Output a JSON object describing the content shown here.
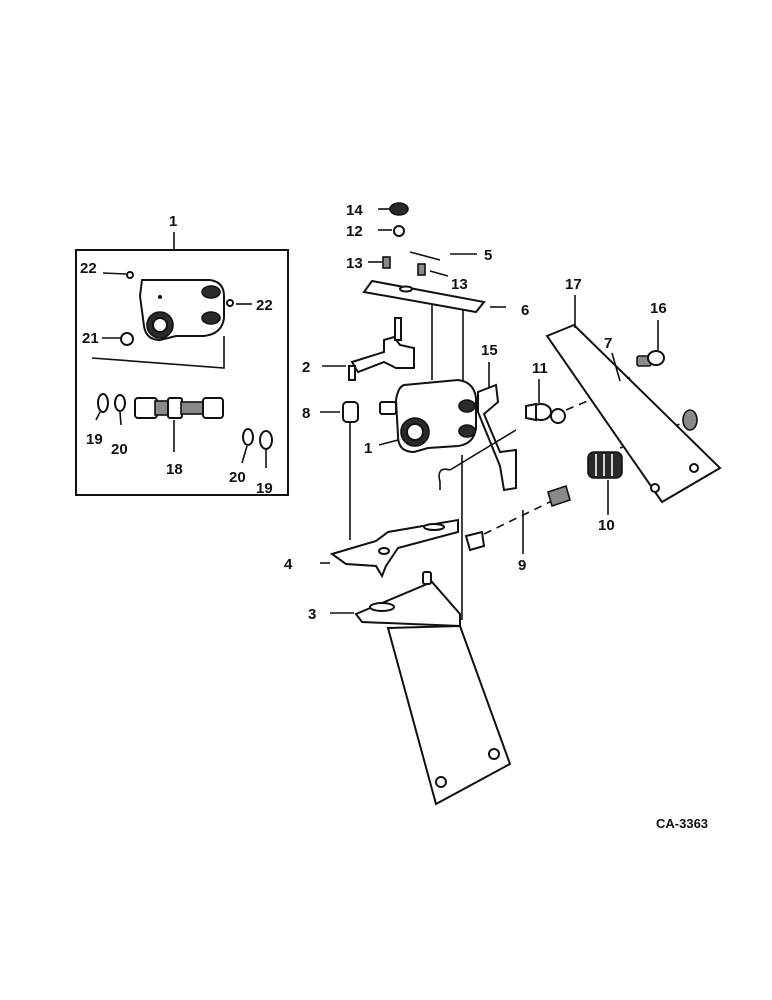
{
  "diagram_code": "CA-3363",
  "callouts": {
    "c1": "1",
    "c1b": "1",
    "c2": "2",
    "c3": "3",
    "c4": "4",
    "c5": "5",
    "c6": "6",
    "c7": "7",
    "c8": "8",
    "c9": "9",
    "c10": "10",
    "c11": "11",
    "c12": "12",
    "c13a": "13",
    "c13b": "13",
    "c14": "14",
    "c15": "15",
    "c16": "16",
    "c17": "17",
    "c18": "18",
    "c19a": "19",
    "c19b": "19",
    "c20a": "20",
    "c20b": "20",
    "c21": "21",
    "c22a": "22",
    "c22b": "22"
  }
}
